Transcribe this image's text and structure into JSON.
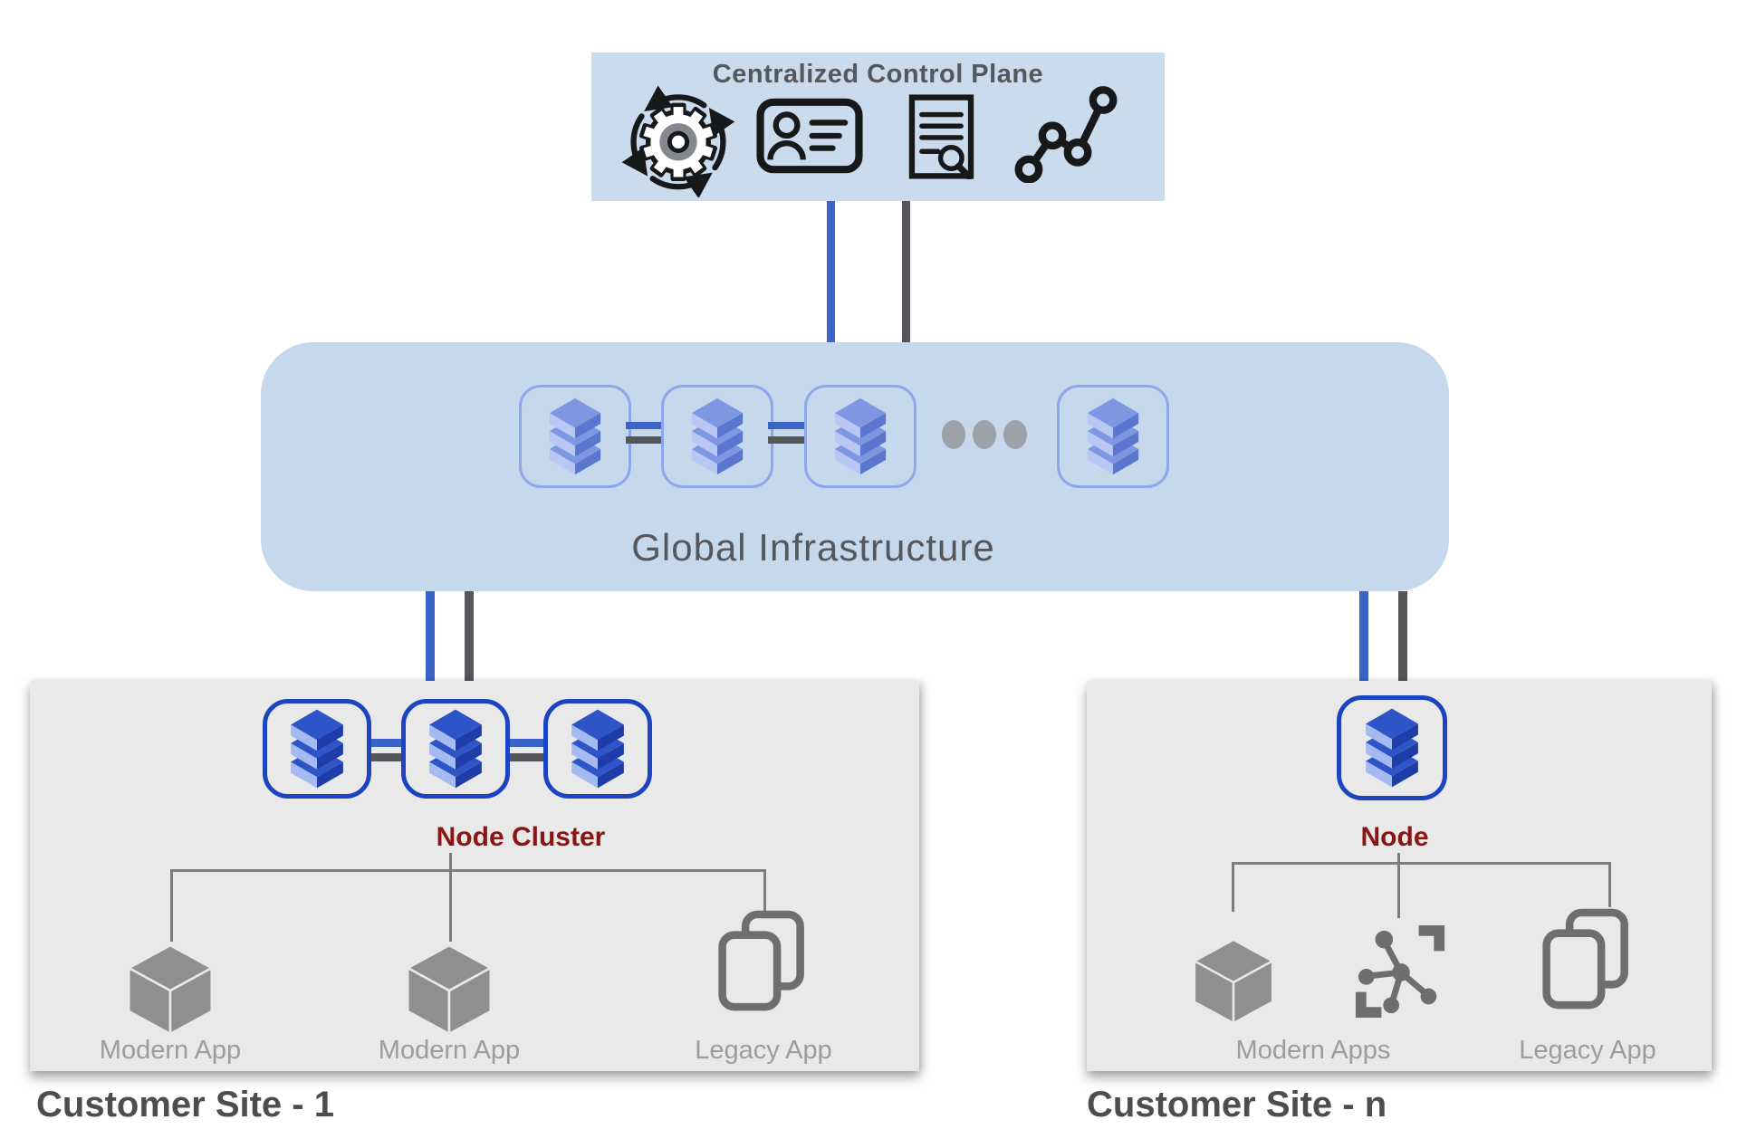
{
  "palette": {
    "cp-bg": "#c9dbed",
    "gi-bg": "#c5d8ec",
    "site-bg": "#e9e9e9",
    "line-blue": "#3b64c8",
    "line-dark": "#54565a",
    "tree-line": "#7d7d7d",
    "gi-node-border": "#8ea6ec",
    "site-node-border": "#1d44c0",
    "node-label": "#8b1414",
    "heading": "#54575b",
    "site-title": "#4d4d4d",
    "app-label": "#9c9c9c",
    "app-icon": "#8f8f8f",
    "app-icon-dark": "#6e6e6e",
    "dots": "#9da2a8",
    "icon-ink": "#17181a",
    "stack-gi-top": "#7d97e2",
    "stack-gi-left": "#b9c7f4",
    "stack-gi-right": "#5b76cf",
    "stack-site-top": "#2e55c8",
    "stack-site-left": "#a6baf2",
    "stack-site-right": "#1f3da8"
  },
  "control_plane": {
    "title": "Centralized Control Plane",
    "icons": [
      {
        "name": "lifecycle-gear-icon"
      },
      {
        "name": "identity-card-icon"
      },
      {
        "name": "audit-document-icon"
      },
      {
        "name": "analytics-graph-icon"
      }
    ]
  },
  "global_infrastructure": {
    "label": "Global Infrastructure",
    "visible_nodes": 4,
    "ellipsis_dots": 3
  },
  "sites": [
    {
      "title": "Customer Site - 1",
      "node_label": "Node Cluster",
      "node_count": 3,
      "apps": [
        {
          "label": "Modern App",
          "icon": "cube"
        },
        {
          "label": "Modern App",
          "icon": "cube"
        },
        {
          "label": "Legacy App",
          "icon": "overlapping-windows"
        }
      ]
    },
    {
      "title": "Customer Site - n",
      "node_label": "Node",
      "node_count": 1,
      "apps": [
        {
          "label": "Modern Apps",
          "icon": "cube-and-scale-network"
        },
        {
          "label": "Legacy App",
          "icon": "overlapping-windows"
        }
      ]
    }
  ]
}
